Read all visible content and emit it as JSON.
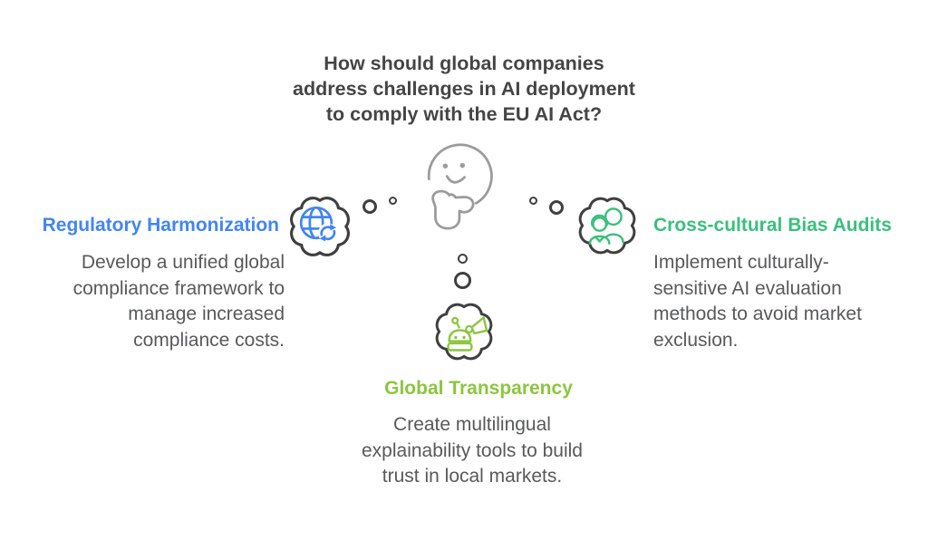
{
  "title": {
    "lines": [
      "How should global companies",
      "address challenges in AI deployment",
      "to comply with the EU AI Act?"
    ]
  },
  "center": {
    "icon": "thinking-face"
  },
  "sections": {
    "left": {
      "heading": "Regulatory Harmonization",
      "body_lines": [
        "Develop a unified global",
        "compliance framework to",
        "manage increased",
        "compliance costs."
      ],
      "icon": "globe-sync-icon",
      "accent": "#4285F4"
    },
    "right": {
      "heading": "Cross-cultural Bias Audits",
      "body_lines": [
        "Implement culturally-",
        "sensitive AI evaluation",
        "methods to avoid market",
        "exclusion."
      ],
      "icon": "people-audit-icon",
      "accent": "#3BBF7E"
    },
    "bottom": {
      "heading": "Global Transparency",
      "body_lines": [
        "Create multilingual",
        "explainability tools to build",
        "trust in local markets."
      ],
      "icon": "robot-megaphone-icon",
      "accent": "#8CC63F"
    }
  },
  "colors": {
    "blue": "#4285F4",
    "green": "#3BBF7E",
    "light_green": "#8CC63F",
    "title_text": "#454545",
    "body_text": "#58595B",
    "cloud_outline": "#3F3F3F",
    "face_outline": "#9B9B9B",
    "background": "#FFFFFF"
  }
}
